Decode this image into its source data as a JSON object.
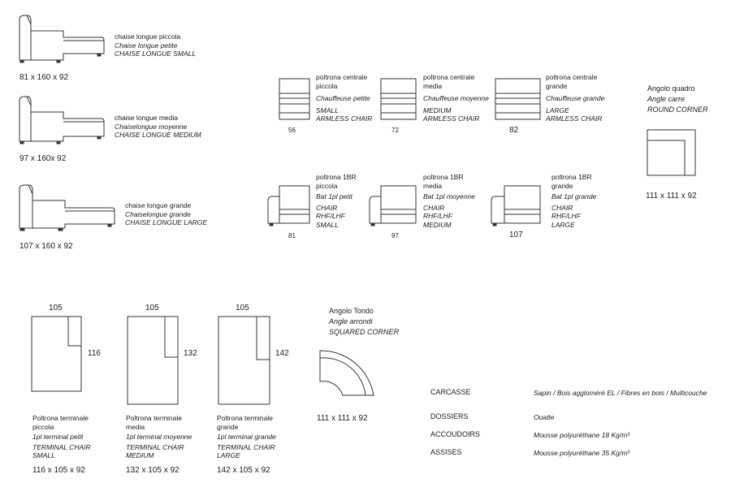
{
  "chaise_small": {
    "l1": "chaise longue piccola",
    "l2": "Chaise longue petite",
    "l3": "CHAISE LONGUE SMALL",
    "dims": "81 x 160 x 92"
  },
  "chaise_medium": {
    "l1": "chaise longue media",
    "l2": "Chaiselongue moyenne",
    "l3": "CHAISE LONGUE MEDIUM",
    "dims": "97 x 160x 92"
  },
  "chaise_large": {
    "l1": "chaise longue grande",
    "l2": "Chaiselongue grande",
    "l3": "CHAISE LONGUE  LARGE",
    "dims": "107 x 160 x 92"
  },
  "armless_small": {
    "l1": "poltrona centrale",
    "l1b": "piccola",
    "l2": "Chauffeuse petite",
    "l3": "SMALL",
    "l4": "ARMLESS CHAIR",
    "w": "56"
  },
  "armless_medium": {
    "l1": "poltrona centrale",
    "l1b": "media",
    "l2": "Chauffeuse moyenne",
    "l3": "MEDIUM",
    "l4": "ARMLESS CHAIR",
    "w": "72"
  },
  "armless_large": {
    "l1": "poltrona centrale",
    "l1b": "grande",
    "l2": "Chauffeuse grande",
    "l3": "LARGE",
    "l4": "ARMLESS CHAIR",
    "w": "82"
  },
  "chair1_small": {
    "l1": "poltrona 1BR",
    "l1b": "piccola",
    "l2": "Bat 1pl petit",
    "l3": "CHAIR",
    "l4": "RHF/LHF",
    "l5": "SMALL",
    "w": "81"
  },
  "chair1_medium": {
    "l1": "poltrona 1BR",
    "l1b": "media",
    "l2": "Bat 1pl moyenne",
    "l3": "CHAIR",
    "l4": "RHF/LHF",
    "l5": "MEDIUM",
    "w": "97"
  },
  "chair1_large": {
    "l1": "poltrona 1BR",
    "l1b": "grande",
    "l2": "Bat 1pl grande",
    "l3": "CHAIR",
    "l4": "RHF/LHF",
    "l5": "LARGE",
    "w": "107"
  },
  "round_corner": {
    "l1": "Angolo quadro",
    "l2": "Angle carre",
    "l3": "ROUND CORNER",
    "dims": "111 x 111 x 92"
  },
  "term_small": {
    "w": "105",
    "d": "116",
    "l1": "Poltrona terminale",
    "l1b": "piccola",
    "l2": "1pl terminal petit",
    "l3": "TERMINAL CHAIR",
    "l4": "SMALL",
    "dims": "116 x 105 x 92"
  },
  "term_medium": {
    "w": "105",
    "d": "132",
    "l1": "Poltrona terminale",
    "l1b": "media",
    "l2": "1pl terminal moyenne",
    "l3": "TERMINAL CHAIR",
    "l4": "MEDIUM",
    "dims": "132 x 105 x 92"
  },
  "term_large": {
    "w": "105",
    "d": "142",
    "l1": "Poltrona terminale",
    "l1b": "grande",
    "l2": "1pl terminal grande",
    "l3": "TERMINAL CHAIR",
    "l4": "LARGE",
    "dims": "142 x 105 x 92"
  },
  "squared_corner": {
    "l1": "Angolo Tondo",
    "l2": "Angle arrondi",
    "l3": "SQUARED CORNER",
    "dims": "111 x 111 x 92"
  },
  "specs": [
    {
      "key": "CARCASSE",
      "value": "Sapin / Bois aggloméré  EL / Fibres en bois / Multicouche"
    },
    {
      "key": "DOSSIERS",
      "value": "Ouatte"
    },
    {
      "key": "ACCOUDOIRS",
      "value": "Mousse polyuréthane 18 Kg/m³"
    },
    {
      "key": "ASSISES",
      "value": "Mousse polyuréthane 35 Kg/m³"
    }
  ]
}
